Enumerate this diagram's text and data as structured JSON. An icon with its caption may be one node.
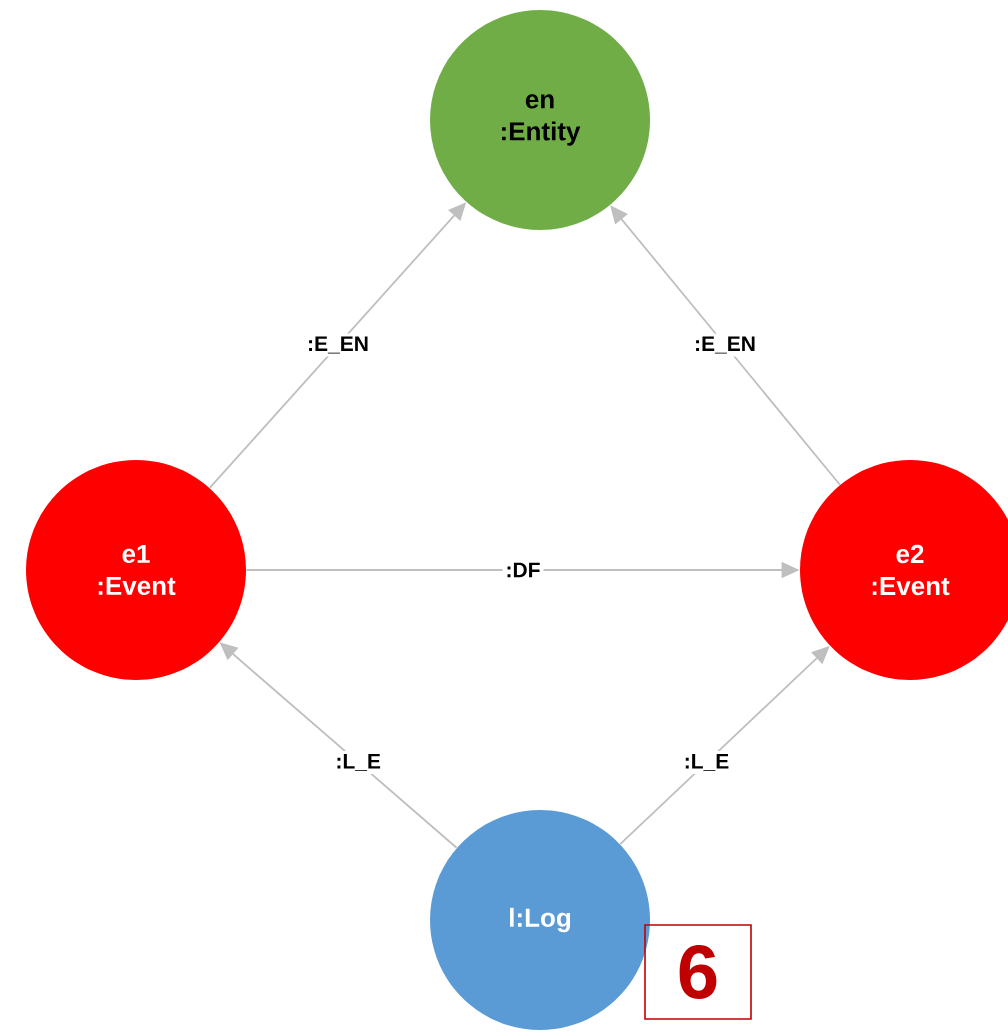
{
  "diagram": {
    "nodes": [
      {
        "text": [
          "en",
          ":Entity"
        ]
      },
      {
        "text": [
          "e1",
          ":Event"
        ]
      },
      {
        "text": [
          "e2",
          ":Event"
        ]
      },
      {
        "text": [
          "l:Log"
        ]
      }
    ],
    "edges": [
      {
        "from": 1,
        "to": 0,
        "arrow": "to",
        "label": ":E_EN"
      },
      {
        "from": 2,
        "to": 0,
        "arrow": "to",
        "label": ":E_EN"
      },
      {
        "from": 1,
        "to": 2,
        "arrow": "to",
        "label": ":DF"
      },
      {
        "from": 3,
        "to": 1,
        "arrow": "to",
        "label": ":L_E"
      },
      {
        "from": 3,
        "to": 2,
        "arrow": "to",
        "label": ":L_E"
      }
    ],
    "labels": [
      "6"
    ]
  }
}
